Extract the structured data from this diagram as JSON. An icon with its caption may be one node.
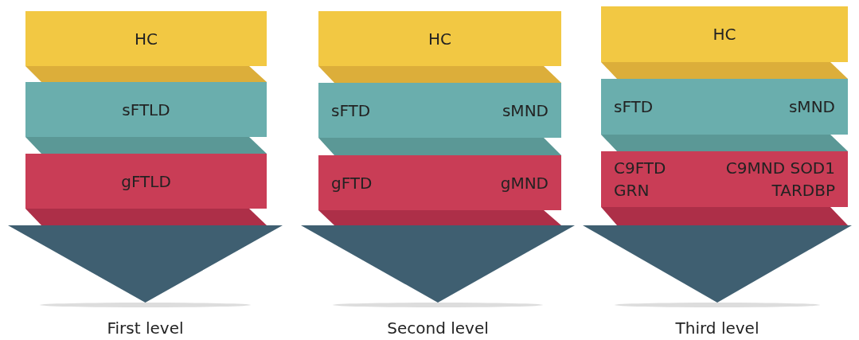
{
  "diagram": {
    "nodes": [
      {
        "text": [
          "HC"
        ]
      },
      {
        "text": [
          "sFTLD"
        ]
      },
      {
        "text": [
          "gFTLD"
        ]
      },
      {
        "text": [
          "HC"
        ]
      },
      {
        "text": [
          "sFTD",
          "sMND"
        ]
      },
      {
        "text": [
          "gFTD",
          "gMND"
        ]
      },
      {
        "text": [
          "HC"
        ]
      },
      {
        "text": [
          "sFTD",
          "sMND"
        ]
      },
      {
        "text": [
          "C9FTD",
          "C9MND SOD1",
          "GRN",
          "TARDBP"
        ]
      }
    ],
    "labels": [
      "First level",
      "Second level",
      "Third level"
    ]
  }
}
